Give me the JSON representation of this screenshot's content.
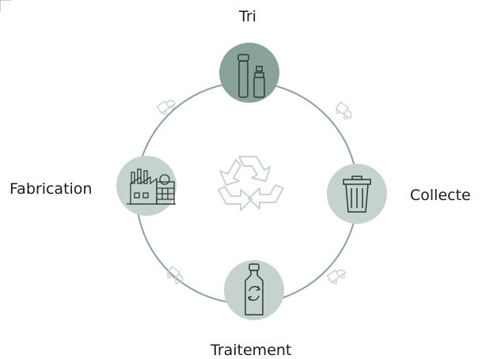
{
  "cycle": {
    "steps": [
      {
        "id": "tri",
        "label": "Tri",
        "icon": "bottles-icon"
      },
      {
        "id": "collecte",
        "label": "Collecte",
        "icon": "trash-bin-icon"
      },
      {
        "id": "traitement",
        "label": "Traitement",
        "icon": "recycle-bottle-icon"
      },
      {
        "id": "fabrication",
        "label": "Fabrication",
        "icon": "factory-icon"
      }
    ],
    "center_icon": "recycle-icon",
    "connector_icon": "truck-icon"
  },
  "colors": {
    "active_node": "#8aa398",
    "node": "#c5d3cc",
    "ring": "#8aa398",
    "icon_line": "#2d3a35",
    "center_icon": "#c8d3ce",
    "connector": "#c4cdc8"
  }
}
